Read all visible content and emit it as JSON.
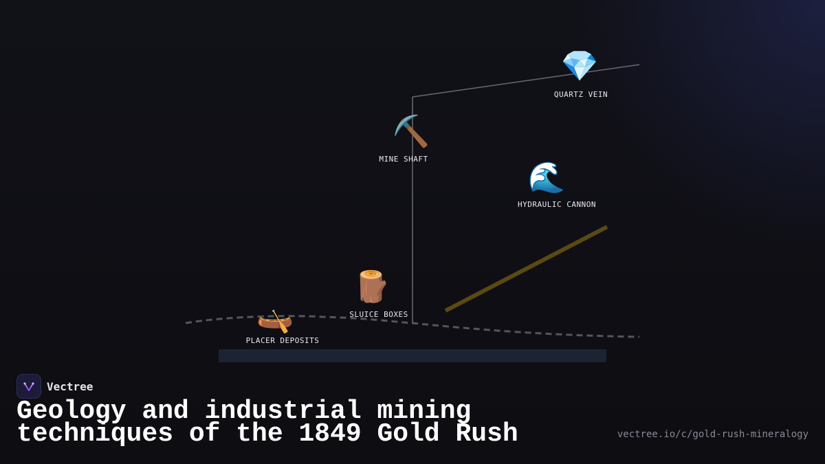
{
  "brand": {
    "name": "Vectree"
  },
  "title": "Geology and industrial mining techniques of the 1849 Gold Rush",
  "url": "vectree.io/c/gold-rush-mineralogy",
  "colors": {
    "background": "#0f0f14",
    "line": "#6a6a72",
    "dashed_terrain": "#55555e",
    "cannon_beam": "#5a4a12",
    "bedrock": "#1c2333",
    "logo_accent": "#a855f7"
  },
  "nodes": [
    {
      "id": "quartz",
      "label": "QUARTZ VEIN",
      "icon": "gem-icon",
      "glyph": "💎"
    },
    {
      "id": "shaft",
      "label": "MINE SHAFT",
      "icon": "pickaxe-icon",
      "glyph": "⛏️"
    },
    {
      "id": "cannon",
      "label": "HYDRAULIC CANNON",
      "icon": "water-wave-icon",
      "glyph": "🌊"
    },
    {
      "id": "sluice",
      "label": "SLUICE BOXES",
      "icon": "wood-log-icon",
      "glyph": "🪵"
    },
    {
      "id": "placer",
      "label": "PLACER DEPOSITS",
      "icon": "canoe-icon",
      "glyph": "🛶"
    }
  ]
}
